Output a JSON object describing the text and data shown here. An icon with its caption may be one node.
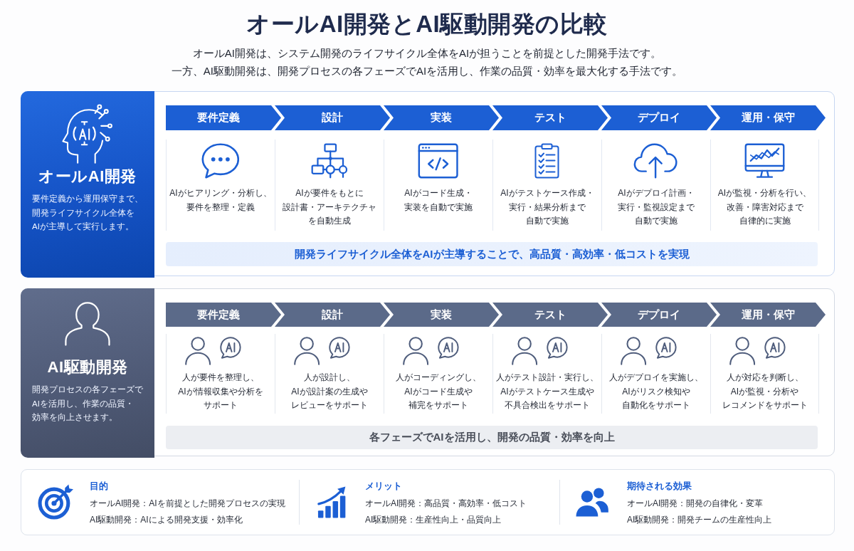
{
  "diagram": {
    "title": "オールAI開発とAI駆動開発の比較",
    "nodes": [
      {
        "text": [],
        "shape": "box"
      },
      {
        "text": [
          "オールAI開発",
          "要件定義から運用保守まで、開発ライフサイクル全体をAIが主導して実行します。"
        ],
        "in": 0
      },
      {
        "text": [
          "要件定義"
        ],
        "in": 0
      },
      {
        "text": [
          "設計"
        ],
        "in": 0
      },
      {
        "text": [
          "実装"
        ],
        "in": 0
      },
      {
        "text": [
          "テスト"
        ],
        "in": 0
      },
      {
        "text": [
          "デプロイ"
        ],
        "in": 0
      },
      {
        "text": [
          "運用・保守"
        ],
        "in": 0
      },
      {
        "text": [
          "AIがヒアリング・分析し、要件を整理・定義"
        ],
        "in": 0
      },
      {
        "text": [
          "AIが要件をもとに設計書・アーキテクチャを自動生成"
        ],
        "in": 0
      },
      {
        "text": [
          "AIがコード生成・実装を自動で実施"
        ],
        "in": 0
      },
      {
        "text": [
          "AIがテストケース作成・実行・結果分析まで自動で実施"
        ],
        "in": 0
      },
      {
        "text": [
          "AIがデプロイ計画・実行・監視設定まで自動で実施"
        ],
        "in": 0
      },
      {
        "text": [
          "AIが監視・分析を行い、改善・障害対応まで自律的に実施"
        ],
        "in": 0
      },
      {
        "text": [
          "開発ライフサイクル全体をAIが主導することで、高品質・高効率・低コストを実現"
        ],
        "in": 0
      },
      {
        "text": [],
        "shape": "box"
      },
      {
        "text": [
          "AI駆動開発",
          "開発プロセスの各フェーズでAIを活用し、作業の品質・効率を向上させます。"
        ],
        "in": 15
      },
      {
        "text": [
          "要件定義"
        ],
        "in": 15
      },
      {
        "text": [
          "設計"
        ],
        "in": 15
      },
      {
        "text": [
          "実装"
        ],
        "in": 15
      },
      {
        "text": [
          "テスト"
        ],
        "in": 15
      },
      {
        "text": [
          "デプロイ"
        ],
        "in": 15
      },
      {
        "text": [
          "運用・保守"
        ],
        "in": 15
      },
      {
        "text": [
          "人が要件を整理し、AIが情報収集や分析をサポート"
        ],
        "in": 15
      },
      {
        "text": [
          "人が設計し、AIが設計案の生成やレビューをサポート"
        ],
        "in": 15
      },
      {
        "text": [
          "人がコーディングし、AIがコード生成や補完をサポート"
        ],
        "in": 15
      },
      {
        "text": [
          "人がテスト設計・実行し、AIがテストケース生成や不具合検出をサポート"
        ],
        "in": 15
      },
      {
        "text": [
          "人がデプロイを実施し、AIがリスク検知や自動化をサポート"
        ],
        "in": 15
      },
      {
        "text": [
          "人が対応を判断し、AIが監視・分析やレコメンドをサポート"
        ],
        "in": 15
      },
      {
        "text": [
          "各フェーズでAIを活用し、開発の品質・効率を向上"
        ],
        "in": 15
      },
      {
        "text": [],
        "shape": "box"
      },
      {
        "text": [
          "目的",
          "オールAI開発：AIを前提とした開発プロセスの実現",
          "AI駆動開発：AIによる開発支援・効率化"
        ],
        "in": 30
      },
      {
        "text": [
          "メリット",
          "オールAI開発：高品質・高効率・低コスト",
          "AI駆動開発：生産性向上・品質向上"
        ],
        "in": 30
      },
      {
        "text": [
          "期待される効果",
          "オールAI開発：開発の自律化・変革",
          "AI駆動開発：開発チームの生産性向上"
        ],
        "in": 30
      }
    ],
    "edges": [
      {
        "from": 2,
        "to": 3,
        "arrow": "to"
      },
      {
        "from": 3,
        "to": 4,
        "arrow": "to"
      },
      {
        "from": 4,
        "to": 5,
        "arrow": "to"
      },
      {
        "from": 5,
        "to": 6,
        "arrow": "to"
      },
      {
        "from": 6,
        "to": 7,
        "arrow": "to"
      },
      {
        "from": 17,
        "to": 18,
        "arrow": "to"
      },
      {
        "from": 18,
        "to": 19,
        "arrow": "to"
      },
      {
        "from": 19,
        "to": 20,
        "arrow": "to"
      },
      {
        "from": 20,
        "to": 21,
        "arrow": "to"
      },
      {
        "from": 21,
        "to": 22,
        "arrow": "to"
      }
    ],
    "labels": [
      "オールAI開発は、システム開発のライフサイクル全体をAIが担うことを前提とした開発手法です。",
      "一方、AI駆動開発は、開発プロセスの各フェーズでAIを活用し、作業の品質・効率を最大化する手法です。"
    ]
  }
}
